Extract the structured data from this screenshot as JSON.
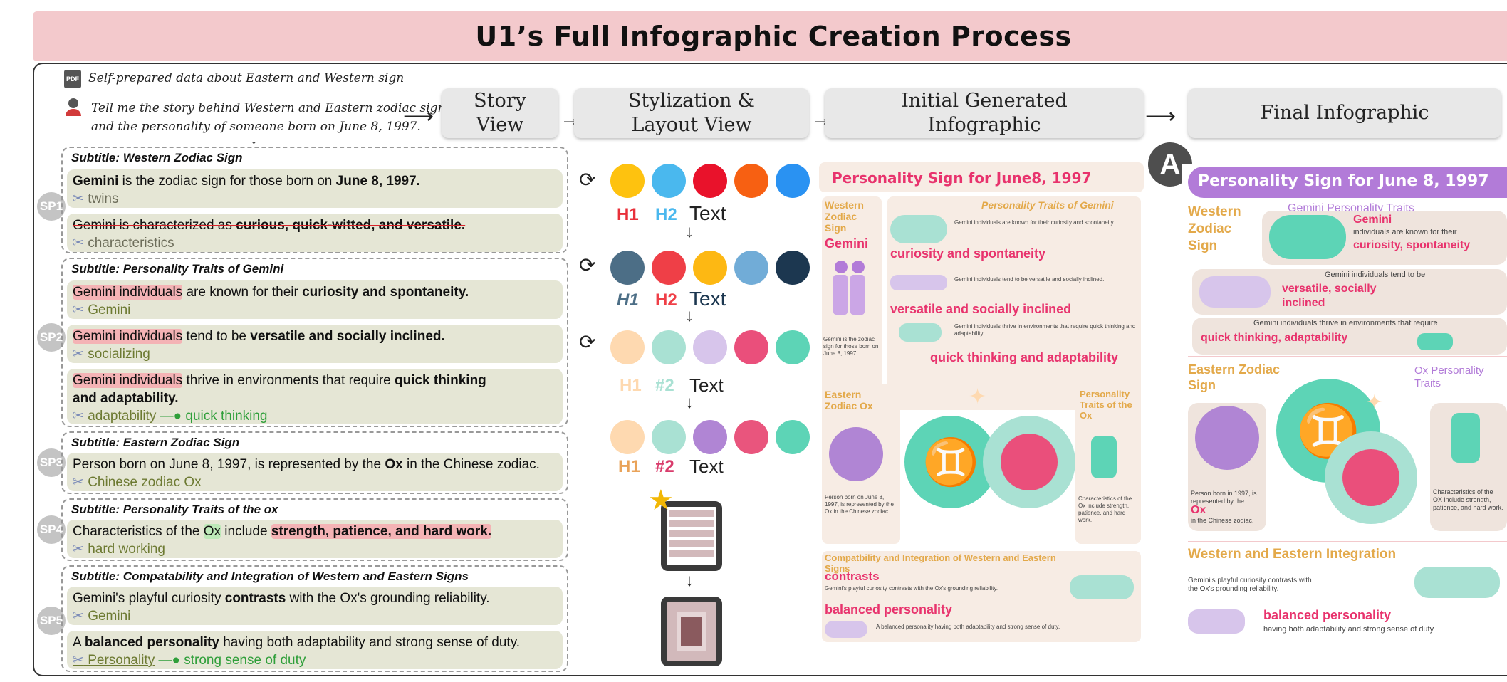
{
  "title": "U1’s Full Infographic Creation Process",
  "source": {
    "file_label": "Self-prepared data about Eastern and Western sign",
    "prompt_line1": "Tell me the story behind Western and Eastern zodiac signs,",
    "prompt_line2": "and the personality of someone born on June 8, 1997."
  },
  "stages": {
    "story_line1": "Story",
    "story_line2": "View",
    "style_line1": "Stylization &",
    "style_line2": "Layout View",
    "initial_line1": "Initial Generated",
    "initial_line2": "Infographic",
    "final": "Final Infographic"
  },
  "sp_labels": [
    "SP1",
    "SP2",
    "SP3",
    "SP4",
    "SP5"
  ],
  "story": {
    "sp1_subtitle": "Subtitle: Western Zodiac Sign",
    "sp1_c1": [
      "Gemini",
      " is the zodiac sign for those born on ",
      "June 8, 1997."
    ],
    "sp1_c1_tag": "twins",
    "sp1_c2": [
      "Gemini is characterized as ",
      "curious, quick-witted, and versatile."
    ],
    "sp1_c2_tag": "characteristics",
    "sp2_subtitle": "Subtitle: Personality Traits of Gemini",
    "sp2_c1": [
      "Gemini individuals",
      " are known for their ",
      "curiosity and spontaneity."
    ],
    "sp2_c1_tag": "Gemini",
    "sp2_c2": [
      "Gemini individuals",
      " tend to be ",
      "versatile and socially inclined."
    ],
    "sp2_c2_tag": "socializing",
    "sp2_c3": [
      "Gemini individuals",
      " thrive in environments that require ",
      "quick thinking",
      "and adaptability."
    ],
    "sp2_c3_tag": "adaptability",
    "sp2_c3_new": "quick thinking",
    "sp3_subtitle": "Subtitle: Eastern Zodiac Sign",
    "sp3_c1": [
      "Person born on June 8, 1997, is represented by the ",
      "Ox",
      " in the Chinese zodiac."
    ],
    "sp3_c1_tag": "Chinese zodiac Ox",
    "sp4_subtitle": "Subtitle: Personality Traits of the ox",
    "sp4_c1": [
      "Characteristics of the ",
      "Ox",
      " include ",
      "strength, patience, and hard work."
    ],
    "sp4_c1_tag": "hard working",
    "sp5_subtitle": "Subtitle: Compatability and Integration of Western and Eastern Signs",
    "sp5_c1": [
      "Gemini's playful curiosity ",
      "contrasts",
      " with the Ox's grounding reliability."
    ],
    "sp5_c1_tag": "Gemini",
    "sp5_c2": [
      "A ",
      "balanced personality",
      " having both adaptability and strong sense of duty."
    ],
    "sp5_c2_tag": "Personality",
    "sp5_c2_new": "strong sense of duty"
  },
  "palettes": [
    {
      "colors": [
        "#fec20f",
        "#4ab8ee",
        "#e9122b",
        "#f76012",
        "#2a92f2"
      ],
      "h1": "H1",
      "h2": "H2",
      "text": "Text",
      "h1c": "#e8303a",
      "h2c": "#4ab8ee",
      "tc": "#222222"
    },
    {
      "colors": [
        "#4c6e86",
        "#ef3f47",
        "#fdb813",
        "#71acd7",
        "#1c3750"
      ],
      "h1": "H1",
      "h2": "H2",
      "text": "Text",
      "h1c": "#4c6e86",
      "h2c": "#ef3f47",
      "tc": "#1c3750"
    },
    {
      "colors": [
        "#fed9b0",
        "#a9e1d3",
        "#d7c5eb",
        "#ea4f7b",
        "#5dd4b6"
      ],
      "h1": "H1",
      "h2": "#2",
      "text": "Text",
      "h1c": "#fed9b0",
      "h2c": "#a9e1d3",
      "tc": "#222222"
    },
    {
      "colors": [
        "#fed9b0",
        "#a9e1d3",
        "#b085d4",
        "#e9557d",
        "#5dd4b6"
      ],
      "h1": "H1",
      "h2": "#2",
      "text": "Text",
      "h1c": "#e9a35a",
      "h2c": "#d93c6c",
      "tc": "#222222"
    }
  ],
  "initial": {
    "title": "Personality Sign for June8, 1997",
    "western": "Western Zodiac Sign",
    "gemini": "Gemini",
    "traits_title": "Personality Traits of Gemini",
    "t1": "curiosity and spontaneity",
    "t2": "versatile and socially inclined",
    "t3": "quick thinking and adaptability",
    "eastern": "Eastern Zodiac Ox",
    "ox_traits": "Personality Traits of the Ox",
    "compat": "Compatbility and Integration of Western and Eastern Signs",
    "contrasts": "contrasts",
    "balanced": "balanced personality",
    "small1": "Gemini individuals are known for their curiosity and spontaneity.",
    "small2": "Gemini individuals tend to be versatile and socially inclined.",
    "small3": "Gemini individuals thrive in environments that require quick thinking and adaptability.",
    "small4": "Gemini is the zodiac sign for those born on June 8, 1997.",
    "small5": "Person born on June 8, 1997, is represented by the Ox in the Chinese zodiac.",
    "small6": "Characteristics of the Ox include strength, patience, and hard work.",
    "small7": "Gemini's playful curiosity contrasts with the Ox's grounding reliability.",
    "small8": "A balanced personality having both adaptability and strong sense of duty."
  },
  "final": {
    "badge": "A",
    "title": "Personality Sign for June 8, 1997",
    "subtitle": "Gemini Personality Traits",
    "western": "Western Zodiac Sign",
    "gemini": "Gemini",
    "g_small": "individuals are known for their",
    "g_trait": "curiosity, spontaneity",
    "v_small": "Gemini individuals tend to be",
    "v_trait": "versatile, socially inclined",
    "q_small": "Gemini individuals thrive in environments that require",
    "q_trait": "quick thinking, adaptability",
    "eastern": "Eastern Zodiac Sign",
    "ox_traits": "Ox Personality Traits",
    "ox_small": "Person born in 1997, is represented by the",
    "ox_word": "Ox",
    "ox_small2": "in the Chinese zodiac.",
    "ox_chars": "Characteristics of the OX include strength, patience, and hard work.",
    "integ": "Western and Eastern Integration",
    "integ_small": "Gemini's playful curiosity contrasts with the Ox's grounding reliability.",
    "balanced": "balanced personality",
    "bal_small": "having both adaptability and strong sense of duty"
  },
  "colors": {
    "accent_pink": "#e8336d",
    "final_purple": "#b27bd8",
    "gold": "#e3a94a",
    "teal": "#5dd4b6"
  }
}
